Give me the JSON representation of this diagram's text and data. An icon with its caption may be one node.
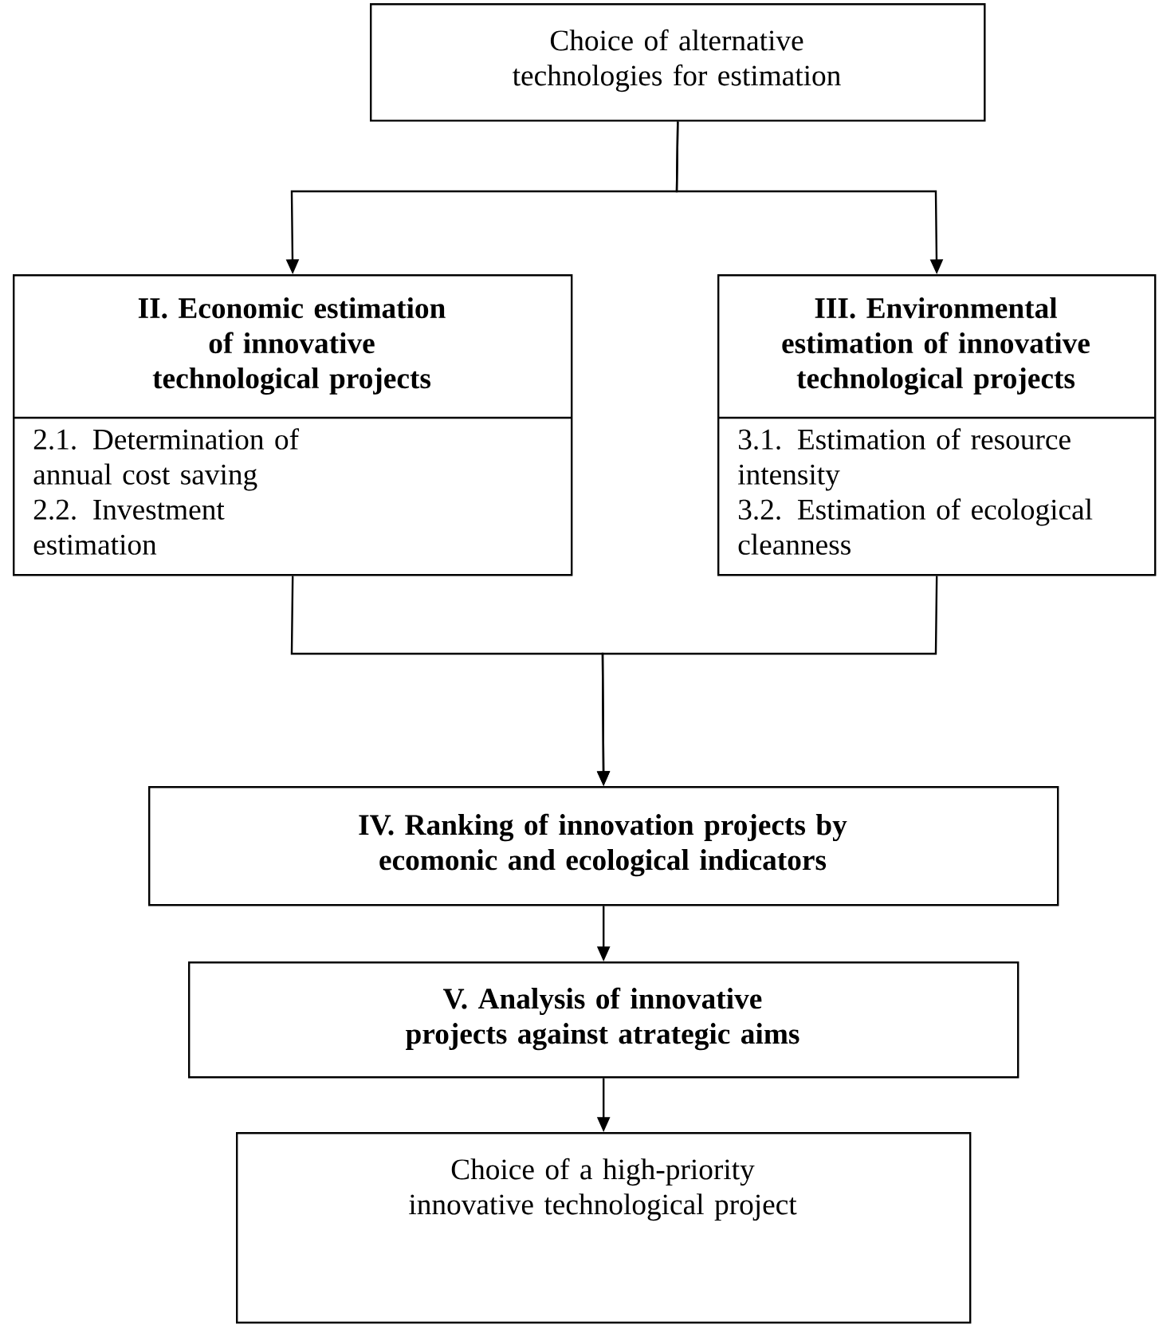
{
  "diagram": {
    "nodes": [
      {
        "text": [
          "Choice of alternative technologies for estimation"
        ]
      },
      {
        "text": [
          "**II. Economic estimation of innovative technological projects**",
          "2.1. Determination of annual cost saving",
          "2.2. Investment estimation"
        ]
      },
      {
        "text": [
          "**III. Environmental estimation of innovative technological projects**",
          "3.1. Estimation of resource intensity",
          "3.2. Estimation of ecological cleanness"
        ]
      },
      {
        "text": [
          "**IV. Ranking of innovation projects by ecomonic and ecological indicators**"
        ]
      },
      {
        "text": [
          "**V. Analysis of innovative projects against atrategic aims**"
        ]
      },
      {
        "text": [
          "Choice of a high-priority innovative technological project"
        ]
      }
    ],
    "edges": [
      {
        "from": 0,
        "to": 1,
        "arrow": "to"
      },
      {
        "from": 0,
        "to": 2,
        "arrow": "to"
      },
      {
        "from": 1,
        "to": 3,
        "arrow": "to"
      },
      {
        "from": 2,
        "to": 3,
        "arrow": "to"
      },
      {
        "from": 3,
        "to": 4,
        "arrow": "to"
      },
      {
        "from": 4,
        "to": 5,
        "arrow": "to"
      }
    ]
  }
}
